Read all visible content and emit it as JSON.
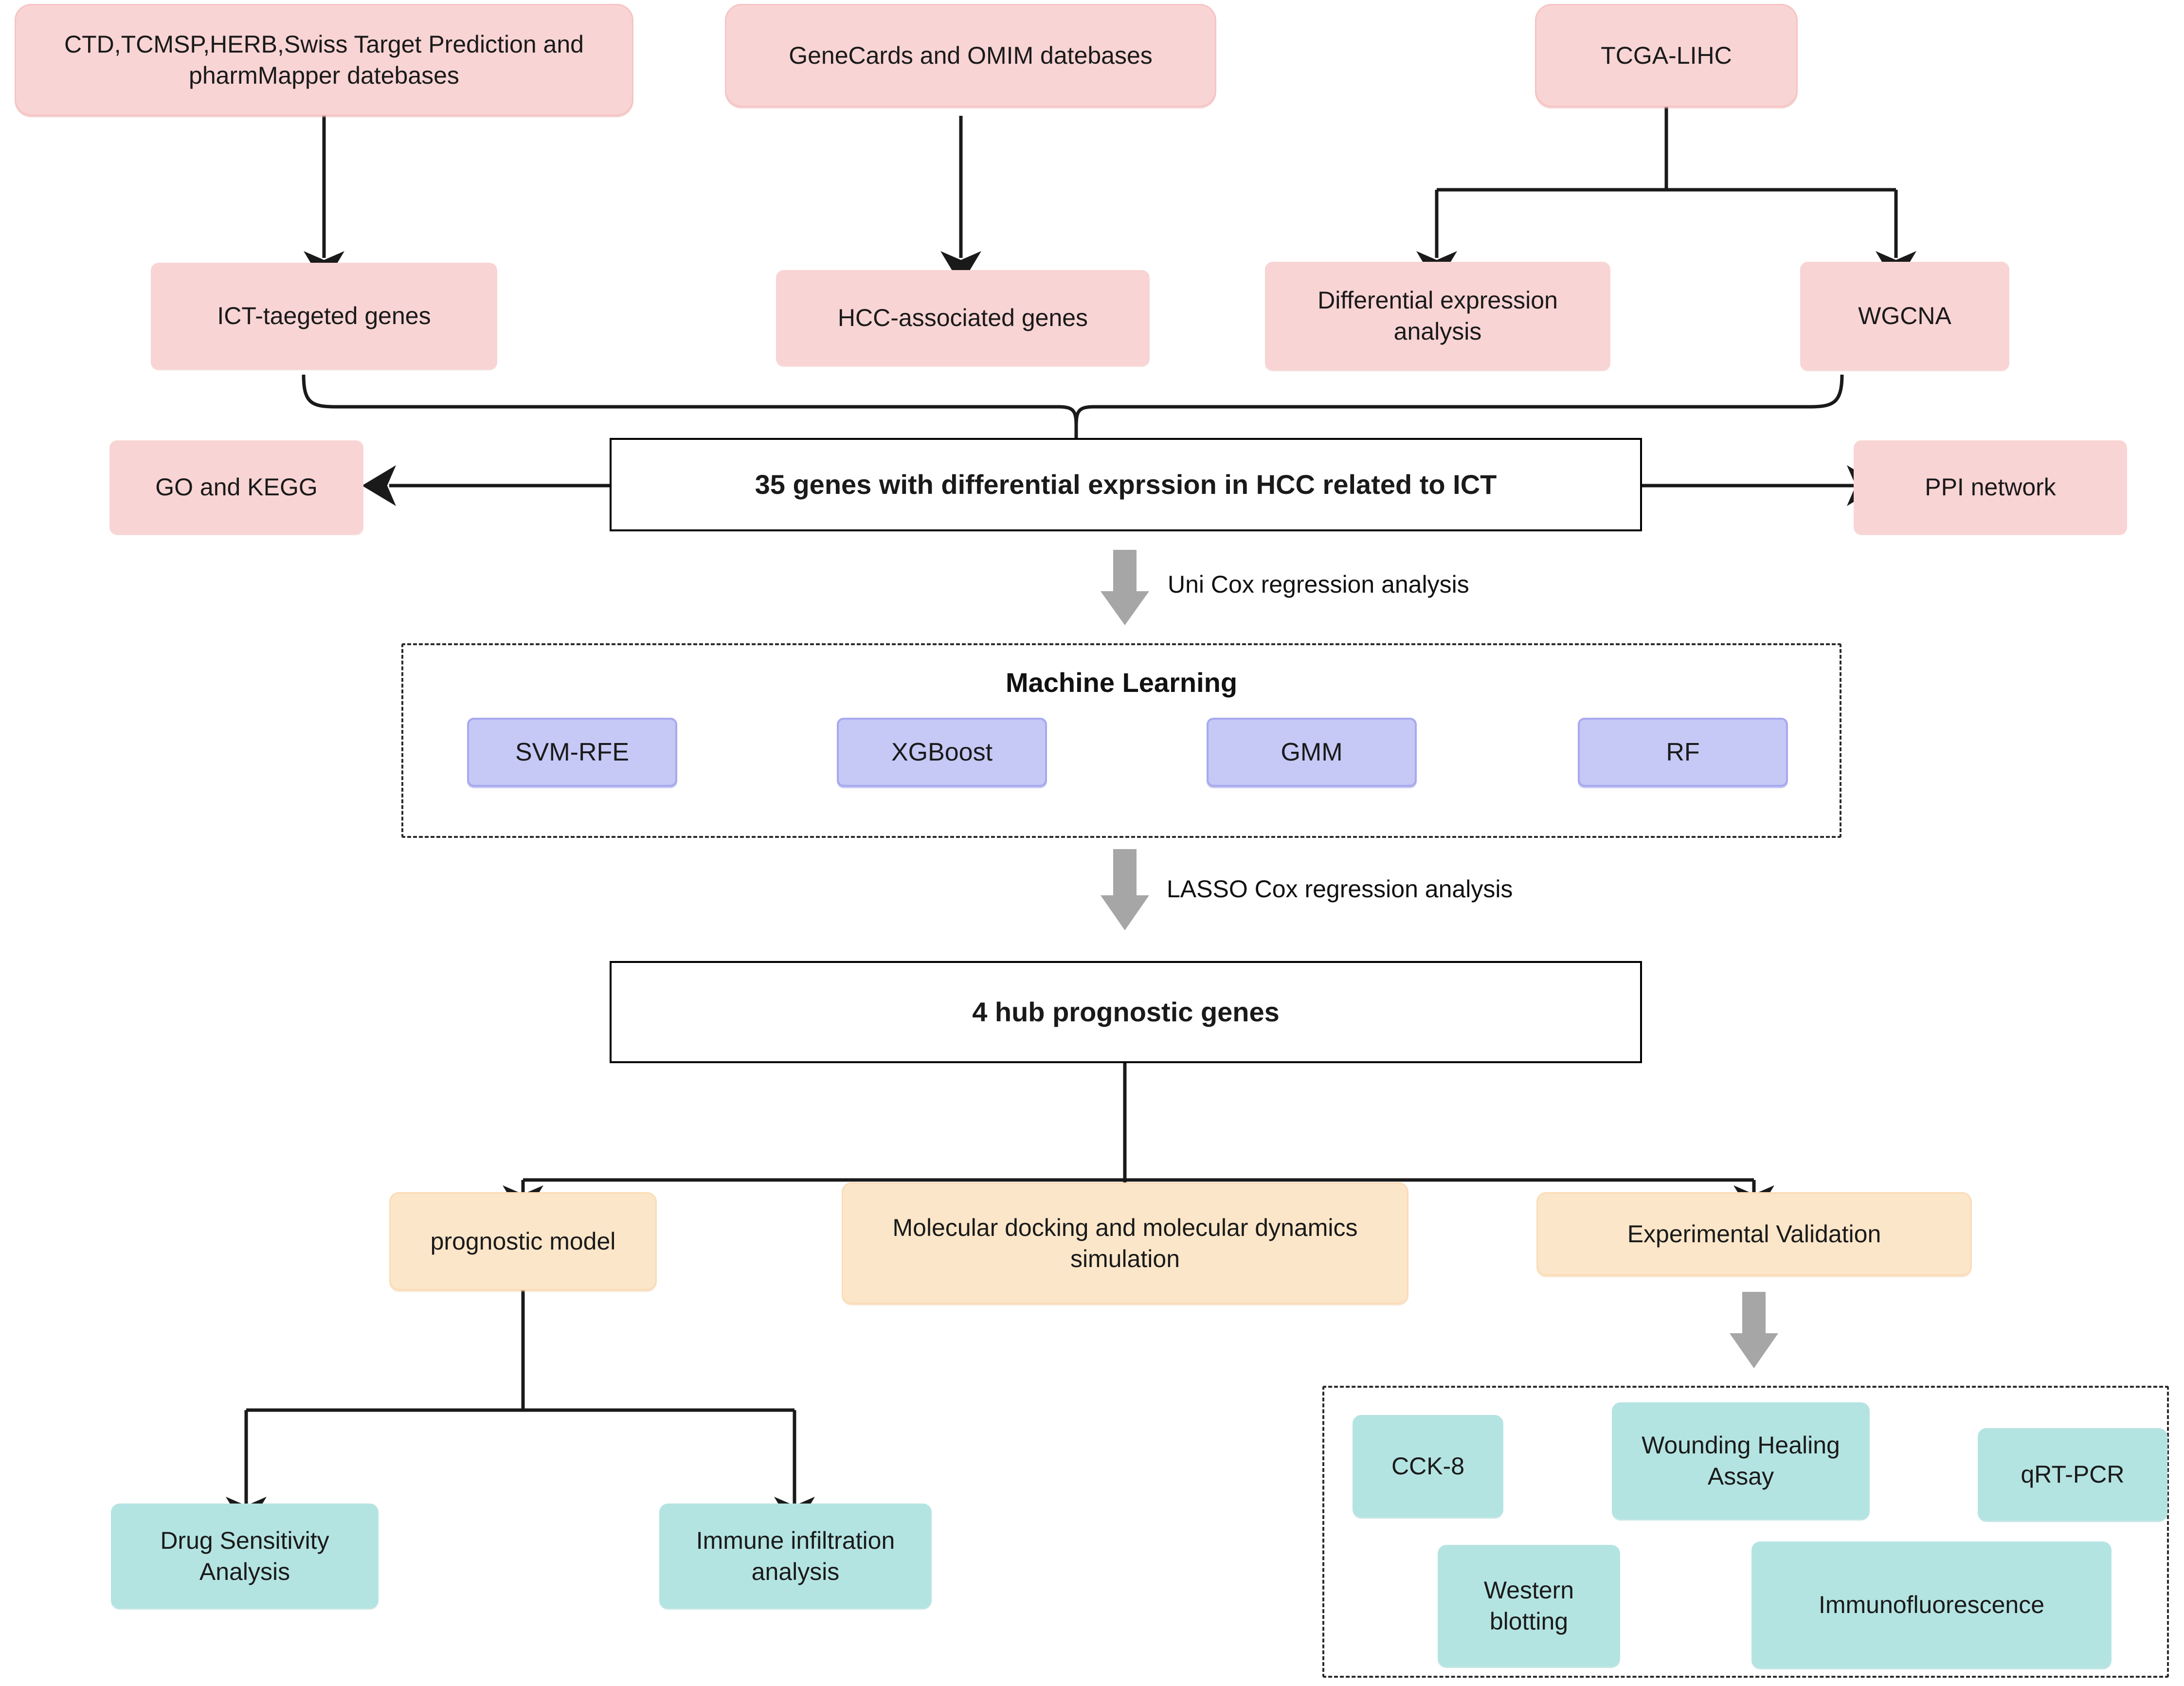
{
  "diagram": {
    "title": "Study workflow flowchart",
    "colors": {
      "pink": "#f9d4d4",
      "purple": "#c6c8f5",
      "orange": "#fce6c9",
      "teal": "#b4e4e2",
      "outline": "#000000",
      "gray_arrow": "#a6a6a6"
    },
    "sources": [
      {
        "id": "src-databases",
        "label": "CTD,TCMSP,HERB,Swiss Target Prediction and pharmMapper datebases"
      },
      {
        "id": "src-genecards",
        "label": "GeneCards and OMIM datebases"
      },
      {
        "id": "src-tcga",
        "label": "TCGA-LIHC"
      }
    ],
    "derived": [
      {
        "id": "ict-targeted-genes",
        "label": "ICT-taegeted genes"
      },
      {
        "id": "hcc-associated-genes",
        "label": "HCC-associated genes"
      },
      {
        "id": "differential-expression-analysis",
        "label": "Differential expression analysis"
      },
      {
        "id": "wgcna",
        "label": "WGCNA"
      }
    ],
    "core": {
      "left_branch": "GO and KEGG",
      "center": "35 genes with differential exprssion in HCC related to ICT",
      "right_branch": "PPI network"
    },
    "edge_labels": {
      "uni_cox": "Uni Cox regression analysis",
      "lasso_cox": "LASSO Cox regression analysis"
    },
    "machine_learning": {
      "title": "Machine Learning",
      "methods": [
        "SVM-RFE",
        "XGBoost",
        "GMM",
        "RF"
      ]
    },
    "hub": {
      "label": "4 hub prognostic genes"
    },
    "downstream": [
      {
        "id": "prognostic-model",
        "label": "prognostic model"
      },
      {
        "id": "molecular-docking",
        "label": "Molecular docking and molecular dynamics simulation"
      },
      {
        "id": "experimental-validation",
        "label": "Experimental Validation"
      }
    ],
    "model_outputs": [
      {
        "id": "drug-sensitivity-analysis",
        "label": "Drug Sensitivity Analysis"
      },
      {
        "id": "immune-infiltration-analysis",
        "label": "Immune infiltration analysis"
      }
    ],
    "validation_assays": [
      {
        "id": "cck-8",
        "label": "CCK-8"
      },
      {
        "id": "wounding-healing-assay",
        "label": "Wounding Healing Assay"
      },
      {
        "id": "qrt-pcr",
        "label": "qRT-PCR"
      },
      {
        "id": "western-blotting",
        "label": "Western blotting"
      },
      {
        "id": "immunofluorescence",
        "label": "Immunofluorescence"
      }
    ]
  }
}
